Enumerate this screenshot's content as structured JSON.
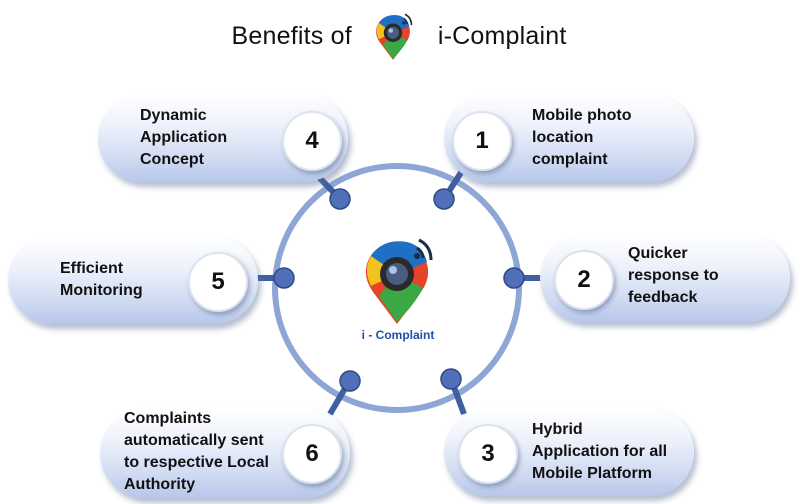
{
  "title": {
    "prefix": "Benefits of",
    "app_name": "i-Complaint"
  },
  "center": {
    "label": "i - Complaint"
  },
  "benefits": [
    {
      "number": "1",
      "lines": [
        "Mobile photo",
        "location",
        "complaint"
      ]
    },
    {
      "number": "2",
      "lines": [
        "Quicker",
        "response to",
        "feedback"
      ]
    },
    {
      "number": "3",
      "lines": [
        "Hybrid",
        "Application for all",
        "Mobile Platform"
      ]
    },
    {
      "number": "4",
      "lines": [
        "Dynamic",
        "Application",
        "Concept"
      ]
    },
    {
      "number": "5",
      "lines": [
        "Efficient",
        "Monitoring"
      ]
    },
    {
      "number": "6",
      "lines": [
        "Complaints",
        "automatically sent",
        "to respective Local",
        "Authority"
      ]
    }
  ],
  "colors": {
    "ring": "#8da6d6",
    "connector": "#3f5f9e",
    "node": "#4f6fb8",
    "logo_blue": "#1f6fc4",
    "logo_yellow": "#f3c21d",
    "logo_green": "#3aa845",
    "logo_red": "#e5432b",
    "logo_text": "#1e4fa8"
  },
  "icons": [
    "location-pin-camera-icon",
    "wifi-signal-icon"
  ]
}
